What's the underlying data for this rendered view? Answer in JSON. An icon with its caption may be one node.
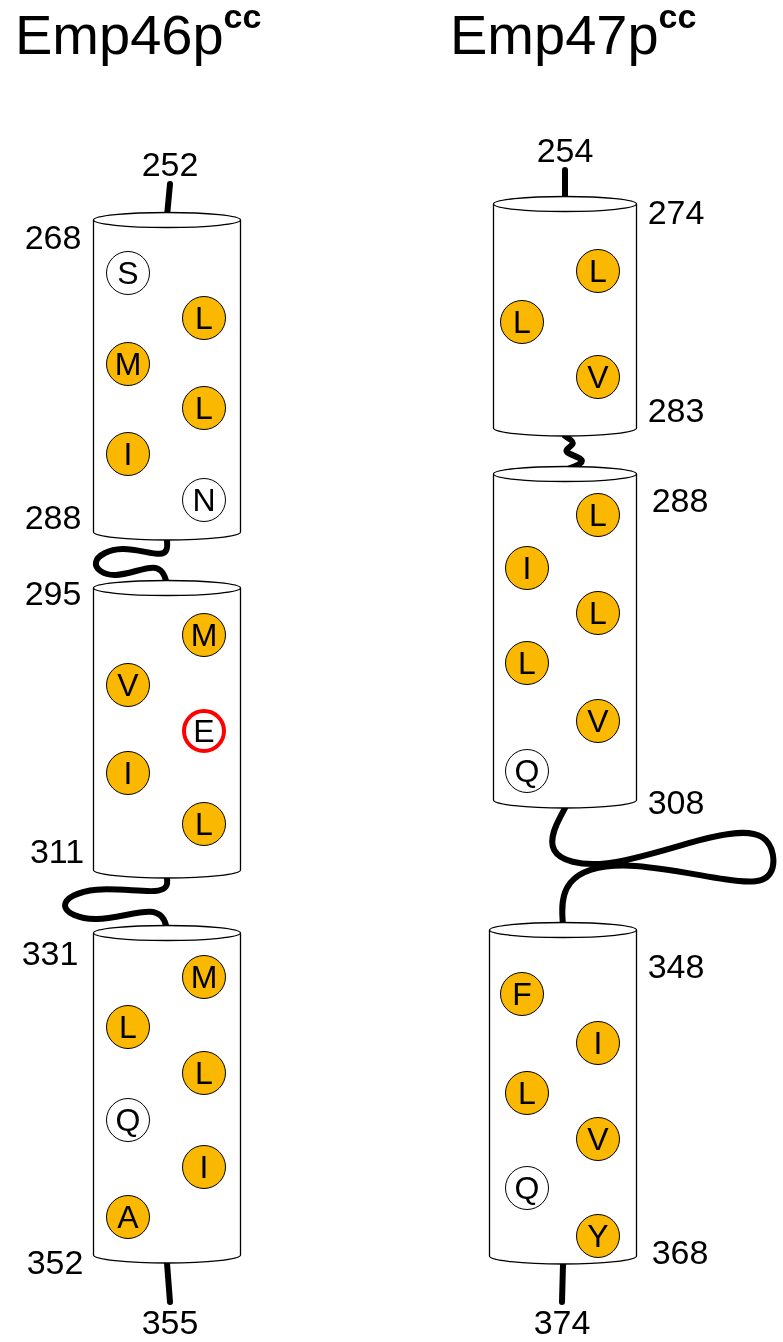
{
  "diagram": {
    "nodes": [
      {
        "text": [
          "252"
        ]
      },
      {
        "text": [],
        "shape": "cylinder",
        "beside": [
          "268",
          "288"
        ]
      },
      {
        "text": [
          "S"
        ],
        "in": 1
      },
      {
        "text": [
          "L"
        ],
        "in": 1
      },
      {
        "text": [
          "M"
        ],
        "in": 1
      },
      {
        "text": [
          "L"
        ],
        "in": 1
      },
      {
        "text": [
          "I"
        ],
        "in": 1
      },
      {
        "text": [
          "N"
        ],
        "in": 1
      },
      {
        "text": [],
        "shape": "cylinder",
        "beside": [
          "295",
          "311"
        ]
      },
      {
        "text": [
          "M"
        ],
        "in": 8
      },
      {
        "text": [
          "V"
        ],
        "in": 8
      },
      {
        "text": [
          "E"
        ],
        "in": 8
      },
      {
        "text": [
          "I"
        ],
        "in": 8
      },
      {
        "text": [
          "L"
        ],
        "in": 8
      },
      {
        "text": [],
        "shape": "cylinder",
        "beside": [
          "331",
          "352"
        ]
      },
      {
        "text": [
          "M"
        ],
        "in": 14
      },
      {
        "text": [
          "L"
        ],
        "in": 14
      },
      {
        "text": [
          "L"
        ],
        "in": 14
      },
      {
        "text": [
          "Q"
        ],
        "in": 14
      },
      {
        "text": [
          "I"
        ],
        "in": 14
      },
      {
        "text": [
          "A"
        ],
        "in": 14
      },
      {
        "text": [
          "355"
        ]
      },
      {
        "text": [
          "254"
        ]
      },
      {
        "text": [],
        "shape": "cylinder",
        "beside": [
          "274",
          "283"
        ]
      },
      {
        "text": [
          "L"
        ],
        "in": 23
      },
      {
        "text": [
          "L"
        ],
        "in": 23
      },
      {
        "text": [
          "V"
        ],
        "in": 23
      },
      {
        "text": [],
        "shape": "cylinder",
        "beside": [
          "288",
          "308"
        ]
      },
      {
        "text": [
          "L"
        ],
        "in": 27
      },
      {
        "text": [
          "I"
        ],
        "in": 27
      },
      {
        "text": [
          "L"
        ],
        "in": 27
      },
      {
        "text": [
          "L"
        ],
        "in": 27
      },
      {
        "text": [
          "V"
        ],
        "in": 27
      },
      {
        "text": [
          "Q"
        ],
        "in": 27
      },
      {
        "text": [],
        "shape": "cylinder",
        "beside": [
          "348",
          "368"
        ]
      },
      {
        "text": [
          "F"
        ],
        "in": 34
      },
      {
        "text": [
          "I"
        ],
        "in": 34
      },
      {
        "text": [
          "L"
        ],
        "in": 34
      },
      {
        "text": [
          "V"
        ],
        "in": 34
      },
      {
        "text": [
          "Q"
        ],
        "in": 34
      },
      {
        "text": [
          "Y"
        ],
        "in": 34
      },
      {
        "text": [
          "374"
        ]
      }
    ],
    "edges": [
      {
        "from": 0,
        "to": 1,
        "arrow": "none"
      },
      {
        "from": 1,
        "to": 8,
        "arrow": "none"
      },
      {
        "from": 8,
        "to": 14,
        "arrow": "none"
      },
      {
        "from": 14,
        "to": 21,
        "arrow": "none"
      },
      {
        "from": 22,
        "to": 23,
        "arrow": "none"
      },
      {
        "from": 23,
        "to": 27,
        "arrow": "none"
      },
      {
        "from": 27,
        "to": 34,
        "arrow": "none"
      },
      {
        "from": 34,
        "to": 41,
        "arrow": "none"
      }
    ],
    "labels": [
      "Emp46p$^{cc}$",
      "Emp47p$^{cc}$"
    ]
  }
}
